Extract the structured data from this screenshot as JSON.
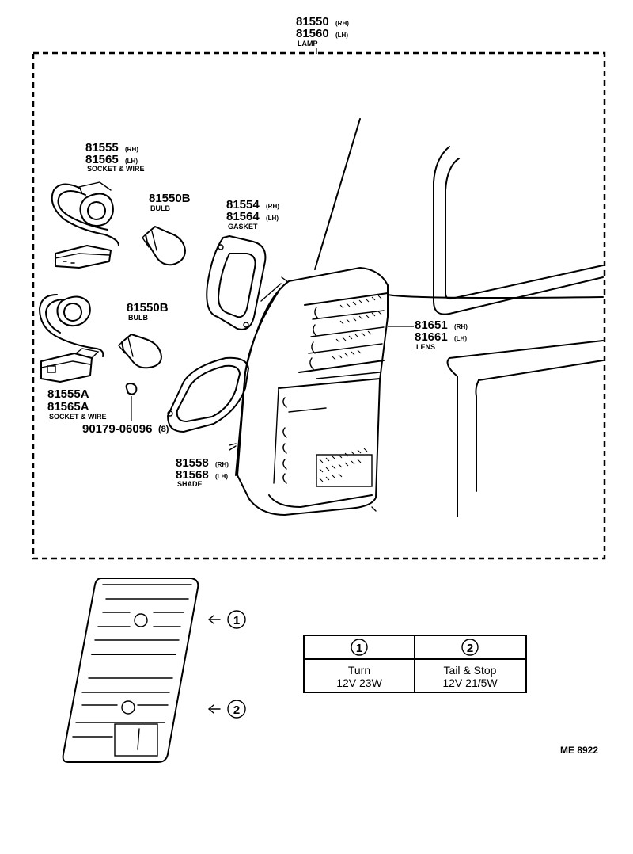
{
  "assembly": {
    "pn_rh": "81550",
    "suf_rh": "(RH)",
    "pn_lh": "81560",
    "suf_lh": "(LH)",
    "name": "LAMP"
  },
  "parts": {
    "socket_wire_upper": {
      "pn_rh": "81555",
      "suf_rh": "(RH)",
      "pn_lh": "81565",
      "suf_lh": "(LH)",
      "name": "SOCKET & WIRE"
    },
    "bulb_upper": {
      "pn": "81550B",
      "name": "BULB"
    },
    "gasket": {
      "pn_rh": "81554",
      "suf_rh": "(RH)",
      "pn_lh": "81564",
      "suf_lh": "(LH)",
      "name": "GASKET"
    },
    "bulb_lower": {
      "pn": "81550B",
      "name": "BULB"
    },
    "lens": {
      "pn_rh": "81651",
      "suf_rh": "(RH)",
      "pn_lh": "81661",
      "suf_lh": "(LH)",
      "name": "LENS"
    },
    "socket_wire_lower": {
      "pn_rh": "81555A",
      "pn_lh": "81565A",
      "name": "SOCKET & WIRE"
    },
    "screw": {
      "pn": "90179-06096",
      "qty": "(8)"
    },
    "shade": {
      "pn_rh": "81558",
      "suf_rh": "(RH)",
      "pn_lh": "81568",
      "suf_lh": "(LH)",
      "name": "SHADE"
    }
  },
  "legend": {
    "marker_1": "1",
    "marker_2": "2",
    "col1_num": "1",
    "col1_line1": "Turn",
    "col1_line2": "12V 23W",
    "col2_num": "2",
    "col2_line1": "Tail & Stop",
    "col2_line2": "12V 21/5W"
  },
  "drawing_code": "ME 8922"
}
